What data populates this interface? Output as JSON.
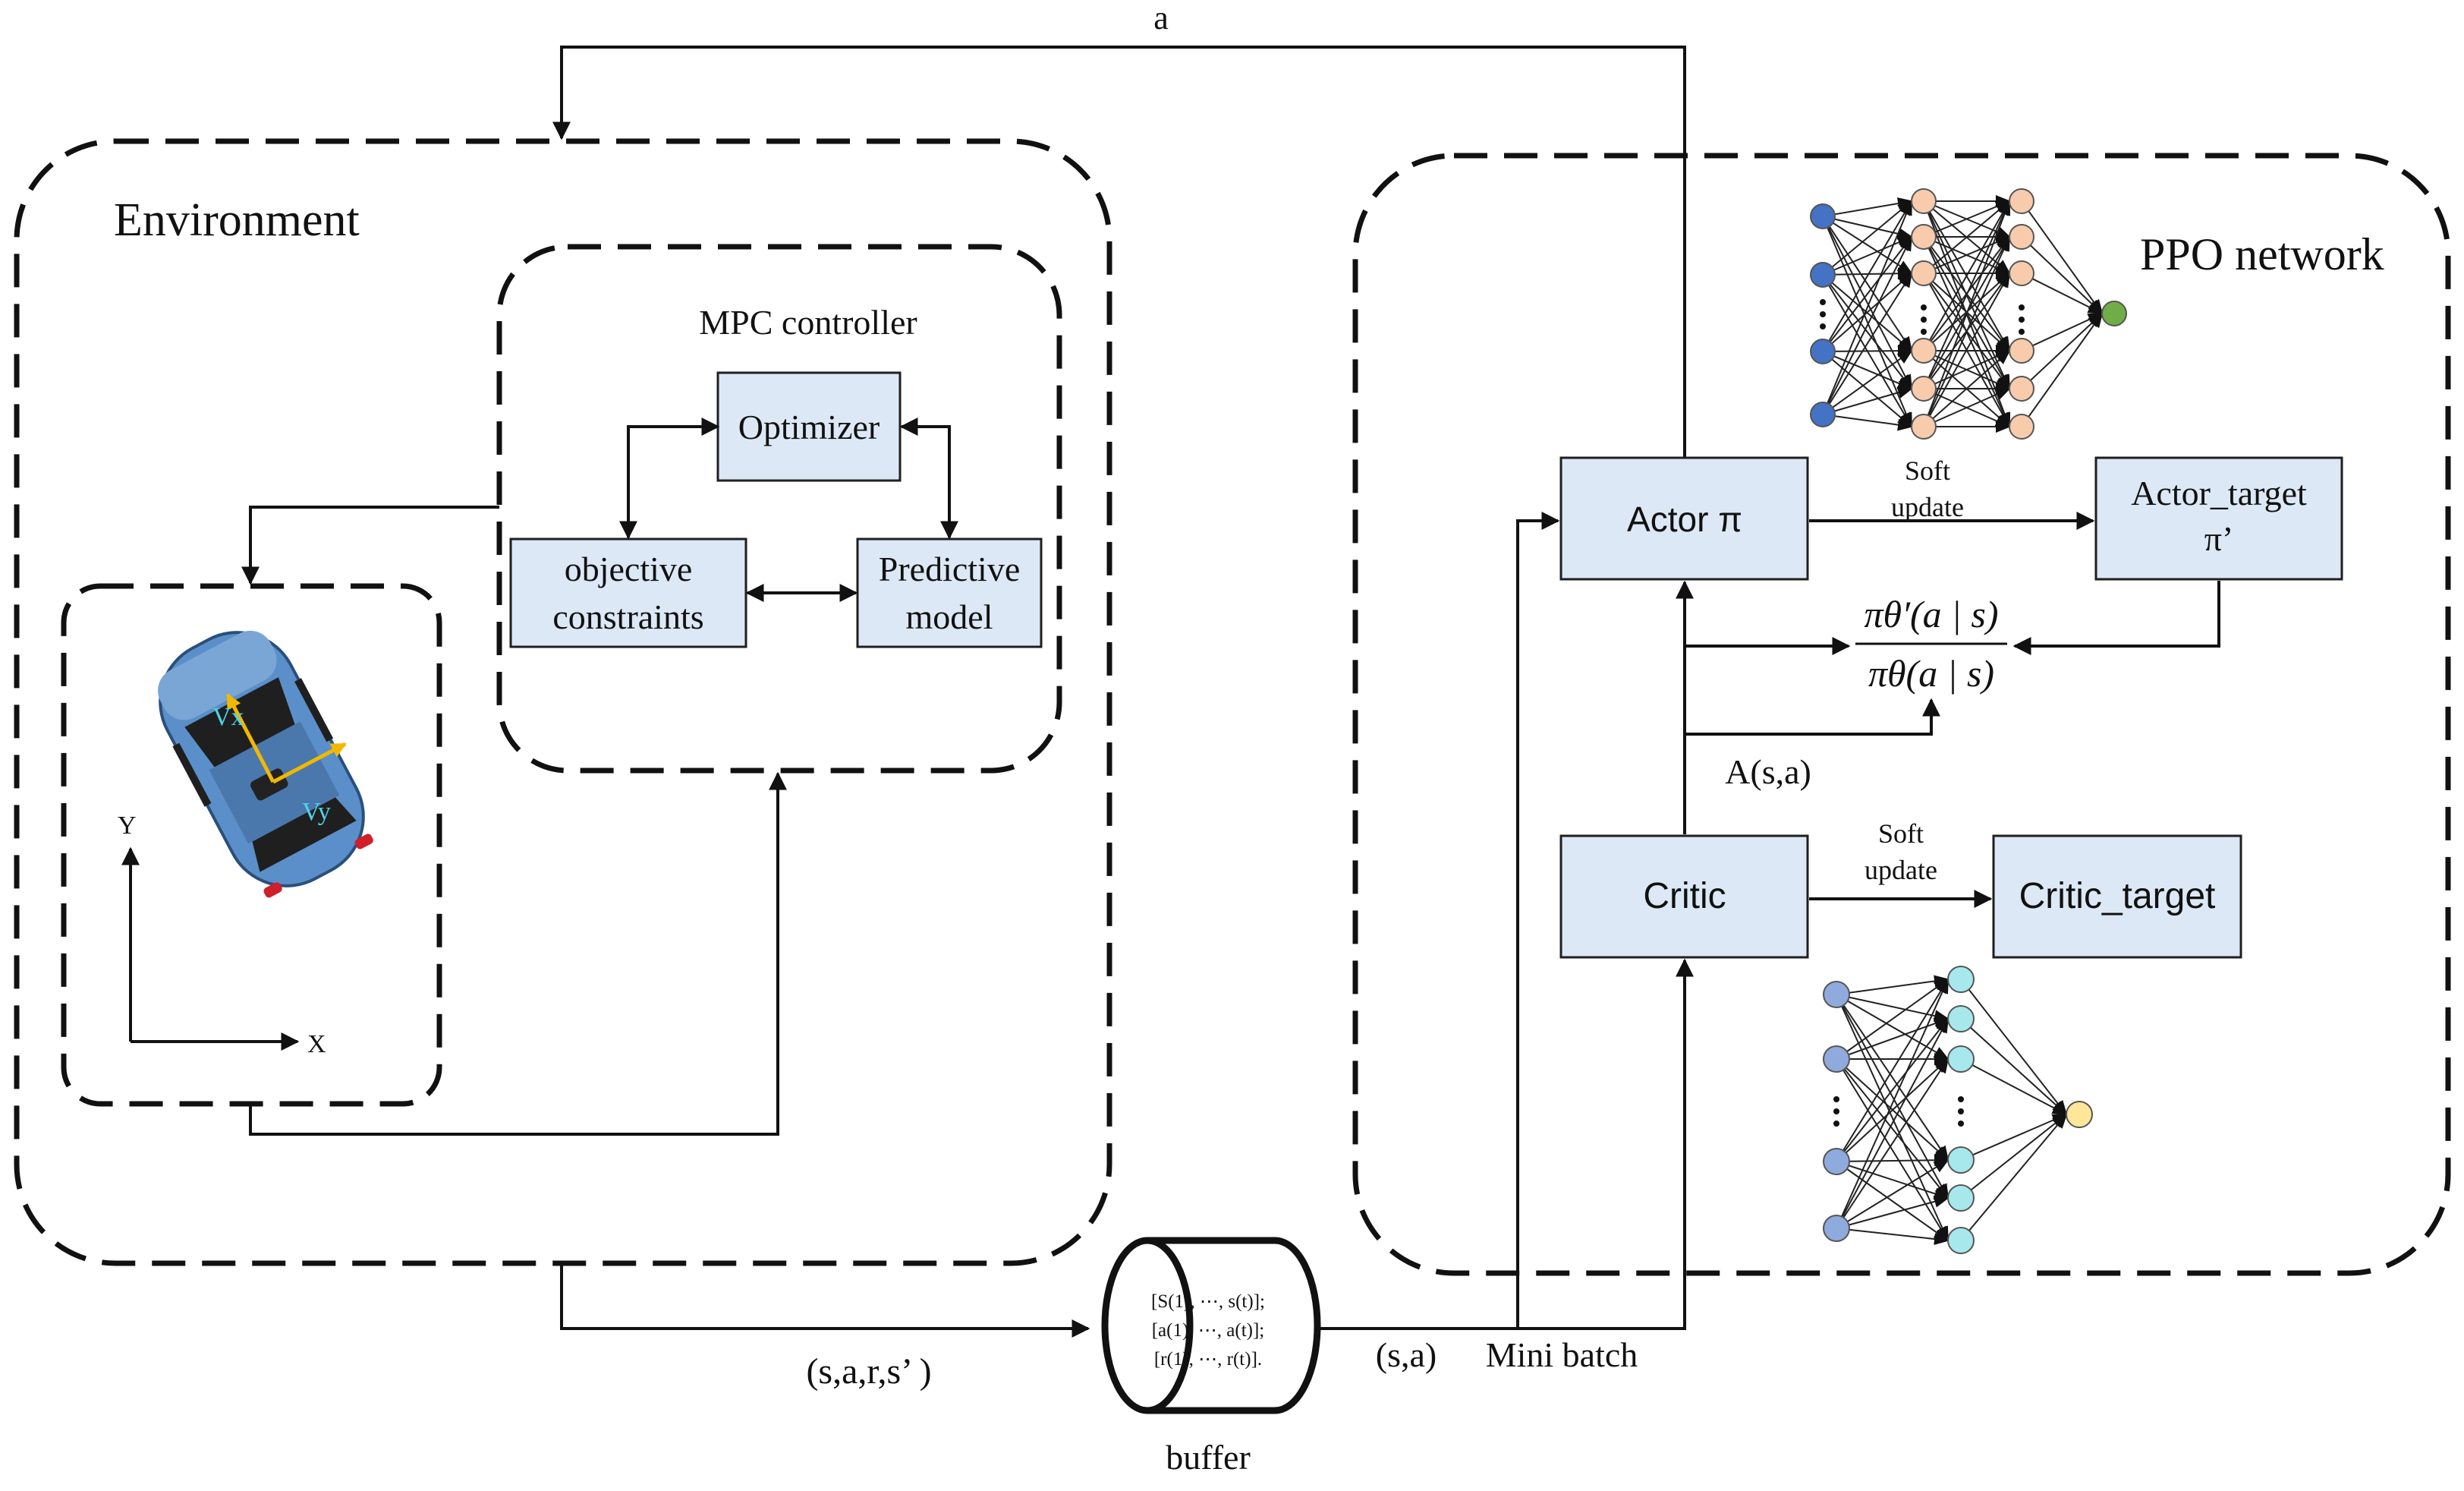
{
  "environment": {
    "title": "Environment",
    "mpc": {
      "title": "MPC controller",
      "optimizer": "Optimizer",
      "objective_line1": "objective",
      "objective_line2": "constraints",
      "predictive_line1": "Predictive",
      "predictive_line2": "model"
    },
    "vehicle": {
      "vx_label": "Vx",
      "vy_label": "Vy",
      "axis_x": "X",
      "axis_y": "Y"
    }
  },
  "ppo": {
    "title": "PPO network",
    "actor": "Actor π",
    "actor_target_line1": "Actor_target",
    "actor_target_line2": "π’",
    "critic": "Critic",
    "critic_target": "Critic_target",
    "soft_update_1_line1": "Soft",
    "soft_update_1_line2": "update",
    "soft_update_2_line1": "Soft",
    "soft_update_2_line2": "update",
    "ratio_numerator": "πθ′(a | s)",
    "ratio_denominator": "πθ(a | s)",
    "advantage": "A(s,a)"
  },
  "flows": {
    "action": "a",
    "transition": "(s,a,r,s’ )",
    "state_action": "(s,a)",
    "mini_batch": "Mini batch"
  },
  "buffer": {
    "label": "buffer",
    "line1": "[S(1), ⋯, s(t)];",
    "line2": "[a(1), ⋯, a(t)];",
    "line3": "[r(1), ⋯, r(t)]."
  },
  "colors": {
    "box_fill": "#dce8f5",
    "actor_input": "#4472c4",
    "actor_hidden": "#f8cbad",
    "actor_output": "#70ad47",
    "critic_input": "#8faadc",
    "critic_hidden": "#a6e8ec",
    "critic_output": "#ffe699",
    "car_body": "#5b8fc9",
    "vector_arrow": "#f2b800",
    "vector_label": "#4fd2e8"
  }
}
